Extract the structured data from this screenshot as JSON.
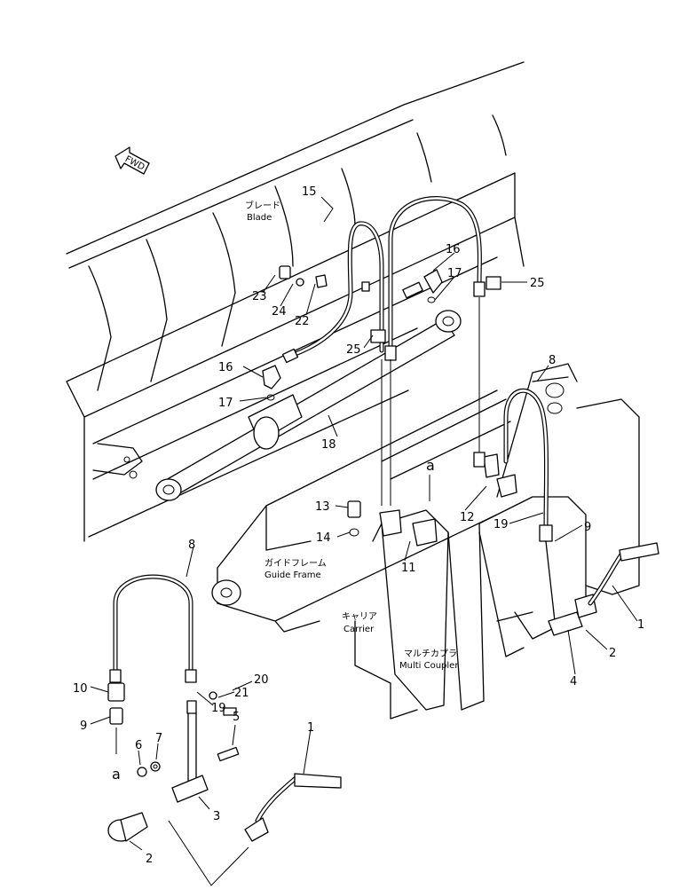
{
  "callouts": [
    {
      "id": "c15",
      "text": "15"
    },
    {
      "id": "c23",
      "text": "23"
    },
    {
      "id": "c24",
      "text": "24"
    },
    {
      "id": "c22",
      "text": "22"
    },
    {
      "id": "c16a",
      "text": "16"
    },
    {
      "id": "c17a",
      "text": "17"
    },
    {
      "id": "c25a",
      "text": "25"
    },
    {
      "id": "c25b",
      "text": "25"
    },
    {
      "id": "c16b",
      "text": "16"
    },
    {
      "id": "c17b",
      "text": "17"
    },
    {
      "id": "c18",
      "text": "18"
    },
    {
      "id": "c8a",
      "text": "8"
    },
    {
      "id": "c13",
      "text": "13"
    },
    {
      "id": "c14",
      "text": "14"
    },
    {
      "id": "c11",
      "text": "11"
    },
    {
      "id": "c12",
      "text": "12"
    },
    {
      "id": "c19a",
      "text": "19"
    },
    {
      "id": "c9a",
      "text": "9"
    },
    {
      "id": "c1a",
      "text": "1"
    },
    {
      "id": "c2a",
      "text": "2"
    },
    {
      "id": "c4",
      "text": "4"
    },
    {
      "id": "c8b",
      "text": "8"
    },
    {
      "id": "c10",
      "text": "10"
    },
    {
      "id": "c9b",
      "text": "9"
    },
    {
      "id": "c20",
      "text": "20"
    },
    {
      "id": "c21",
      "text": "21"
    },
    {
      "id": "c19b",
      "text": "19"
    },
    {
      "id": "c5",
      "text": "5"
    },
    {
      "id": "c6",
      "text": "6"
    },
    {
      "id": "c7",
      "text": "7"
    },
    {
      "id": "c1b",
      "text": "1"
    },
    {
      "id": "c3",
      "text": "3"
    },
    {
      "id": "c2b",
      "text": "2"
    }
  ],
  "refs": {
    "a1": "a",
    "a2": "a"
  },
  "fwd": "FWD",
  "labels": {
    "blade_jp": "ブレード",
    "blade_en": "Blade",
    "guide_jp": "ガイドフレーム",
    "guide_en": "Guide Frame",
    "carrier_jp": "キャリア",
    "carrier_en": "Carrier",
    "coupler_jp": "マルチカプラ",
    "coupler_en": "Multi Coupler"
  }
}
